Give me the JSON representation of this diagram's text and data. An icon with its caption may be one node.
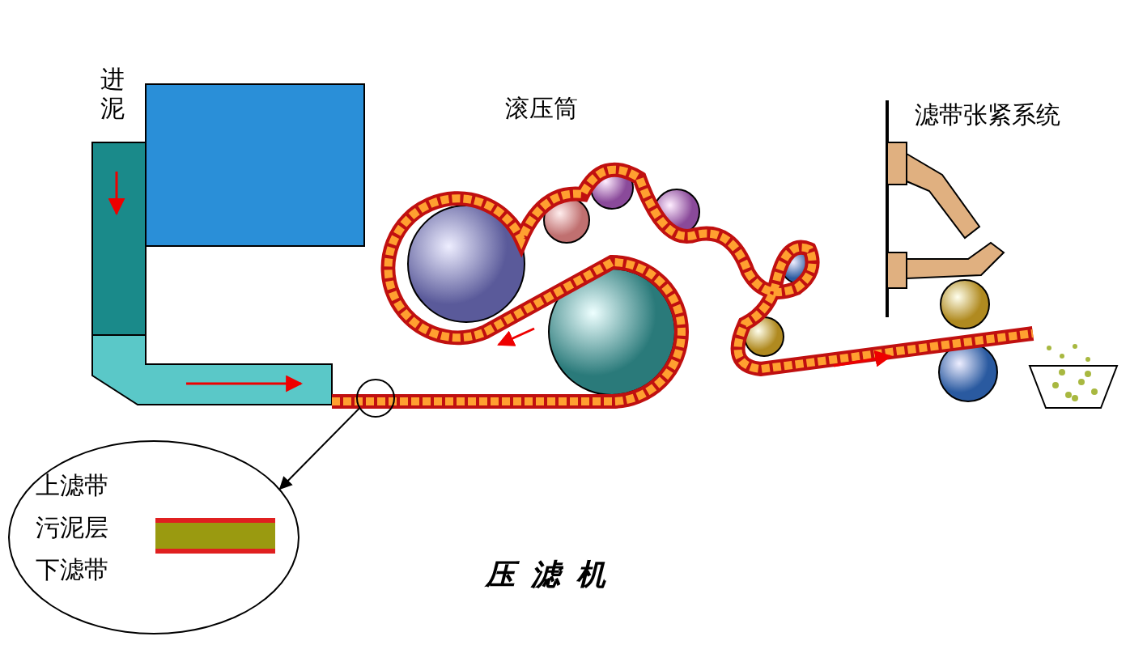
{
  "diagram": {
    "caption": "压滤机",
    "nodes": [
      {
        "text": [],
        "shape": "circle"
      },
      {
        "text": [
          "上滤带",
          "污泥层",
          "下滤带"
        ]
      }
    ],
    "edges": [
      {
        "from": 0,
        "to": 1,
        "arrow": "to"
      }
    ],
    "labels": [
      "进泥",
      "滚压筒",
      "滤带张紧系统"
    ]
  }
}
